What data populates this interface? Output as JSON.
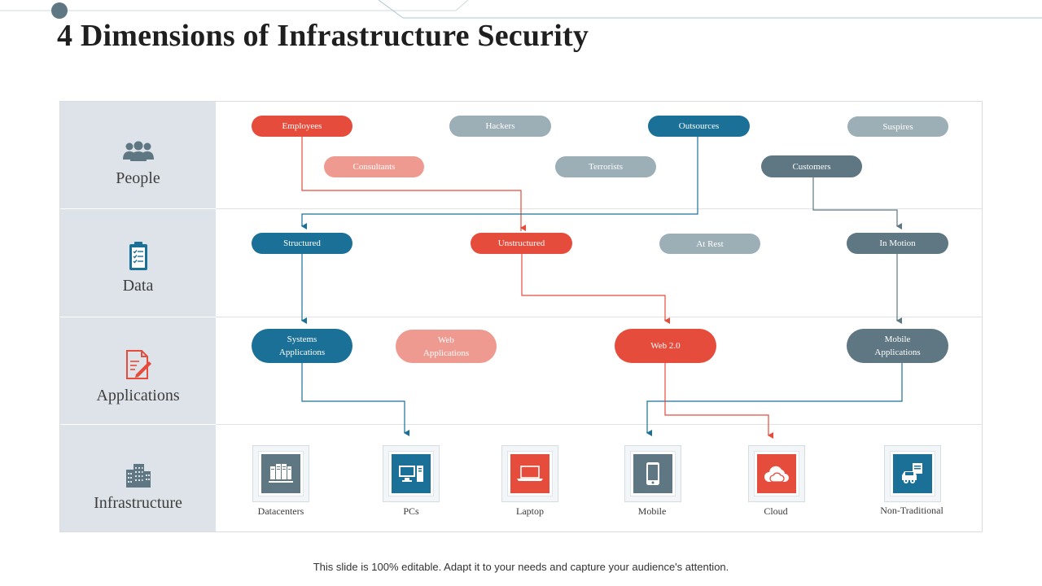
{
  "title": "4 Dimensions of Infrastructure Security",
  "footer": "This slide is 100% editable. Adapt it to your needs and capture your audience's attention.",
  "colors": {
    "red": "#e64c3c",
    "salmon": "#ef9a90",
    "blue": "#1a7096",
    "grey": "#9caeb6",
    "slate": "#5e7782",
    "panel": "#dde3e8"
  },
  "categories": [
    {
      "label": "People",
      "icon": "people-icon"
    },
    {
      "label": "Data",
      "icon": "clipboard-checklist-icon"
    },
    {
      "label": "Applications",
      "icon": "document-edit-icon"
    },
    {
      "label": "Infrastructure",
      "icon": "building-icon"
    }
  ],
  "people": {
    "employees": "Employees",
    "hackers": "Hackers",
    "outsources": "Outsources",
    "suspires": "Suspires",
    "consultants": "Consultants",
    "terrorists": "Terrorists",
    "customers": "Customers"
  },
  "data_row": {
    "structured": "Structured",
    "unstructured": "Unstructured",
    "at_rest": "At Rest",
    "in_motion": "In Motion"
  },
  "applications": {
    "systems_1": "Systems",
    "systems_2": "Applications",
    "web_1": "Web",
    "web_2": "Applications",
    "web20": "Web 2.0",
    "mobile_1": "Mobile",
    "mobile_2": "Applications"
  },
  "infrastructure": [
    {
      "label": "Datacenters",
      "icon": "server-icon"
    },
    {
      "label": "PCs",
      "icon": "desktop-pc-icon"
    },
    {
      "label": "Laptop",
      "icon": "laptop-icon"
    },
    {
      "label": "Mobile",
      "icon": "smartphone-icon"
    },
    {
      "label": "Cloud",
      "icon": "cloud-icon"
    },
    {
      "label": "Non-Traditional",
      "icon": "vehicle-icon"
    }
  ]
}
